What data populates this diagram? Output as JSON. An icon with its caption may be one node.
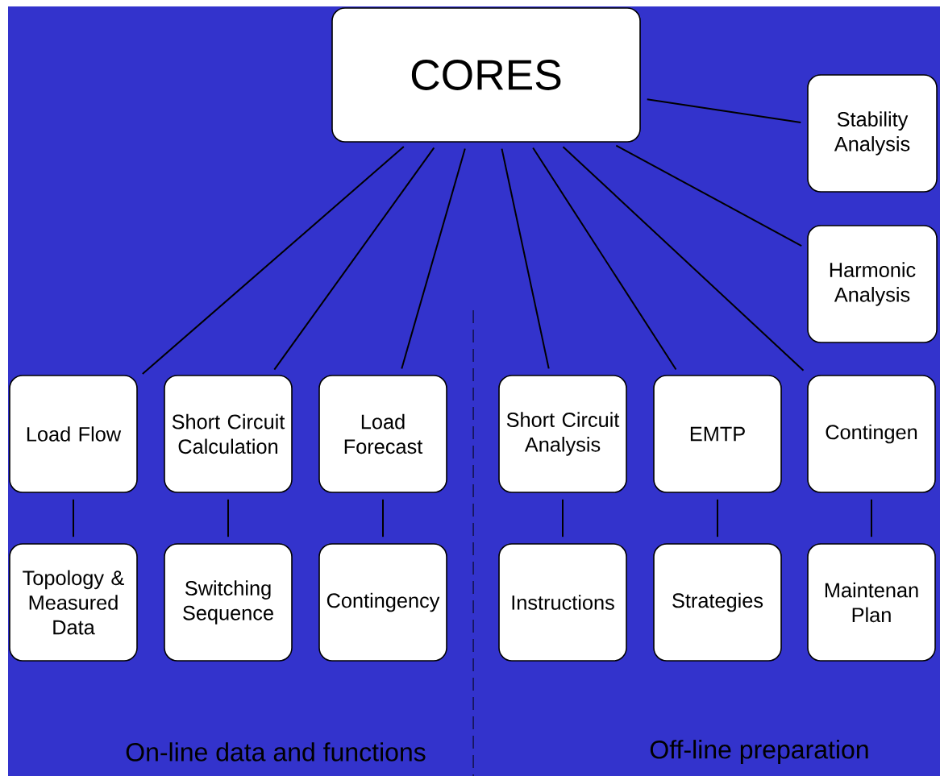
{
  "diagram": {
    "nodes": [
      {
        "text": [
          "CORES"
        ]
      },
      {
        "text": [
          "Stability Analysis"
        ]
      },
      {
        "text": [
          "Harmonic Analysis"
        ]
      },
      {
        "text": [
          "Load Flow"
        ]
      },
      {
        "text": [
          "Short Circuit Calculation"
        ]
      },
      {
        "text": [
          "Load Forecast"
        ]
      },
      {
        "text": [
          "Short Circuit Analysis"
        ]
      },
      {
        "text": [
          "EMTP"
        ]
      },
      {
        "text": [
          "Contingen"
        ]
      },
      {
        "text": [
          "Topology & Measured Data"
        ]
      },
      {
        "text": [
          "Switching Sequence"
        ]
      },
      {
        "text": [
          "Contingency"
        ]
      },
      {
        "text": [
          "Instructions"
        ]
      },
      {
        "text": [
          "Strategies"
        ]
      },
      {
        "text": [
          "Maintenan Plan"
        ]
      }
    ],
    "edges": [
      {
        "from": 0,
        "to": 3,
        "arrow": "none"
      },
      {
        "from": 0,
        "to": 4,
        "arrow": "none"
      },
      {
        "from": 0,
        "to": 5,
        "arrow": "none"
      },
      {
        "from": 0,
        "to": 6,
        "arrow": "none"
      },
      {
        "from": 0,
        "to": 7,
        "arrow": "none"
      },
      {
        "from": 0,
        "to": 8,
        "arrow": "none"
      },
      {
        "from": 0,
        "to": 1,
        "arrow": "none"
      },
      {
        "from": 0,
        "to": 2,
        "arrow": "none"
      },
      {
        "from": 3,
        "to": 9,
        "arrow": "none"
      },
      {
        "from": 4,
        "to": 10,
        "arrow": "none"
      },
      {
        "from": 5,
        "to": 11,
        "arrow": "none"
      },
      {
        "from": 6,
        "to": 12,
        "arrow": "none"
      },
      {
        "from": 7,
        "to": 13,
        "arrow": "none"
      },
      {
        "from": 8,
        "to": 14,
        "arrow": "none"
      }
    ],
    "labels": [
      "On-line data and functions",
      "Off-line preparation"
    ]
  }
}
